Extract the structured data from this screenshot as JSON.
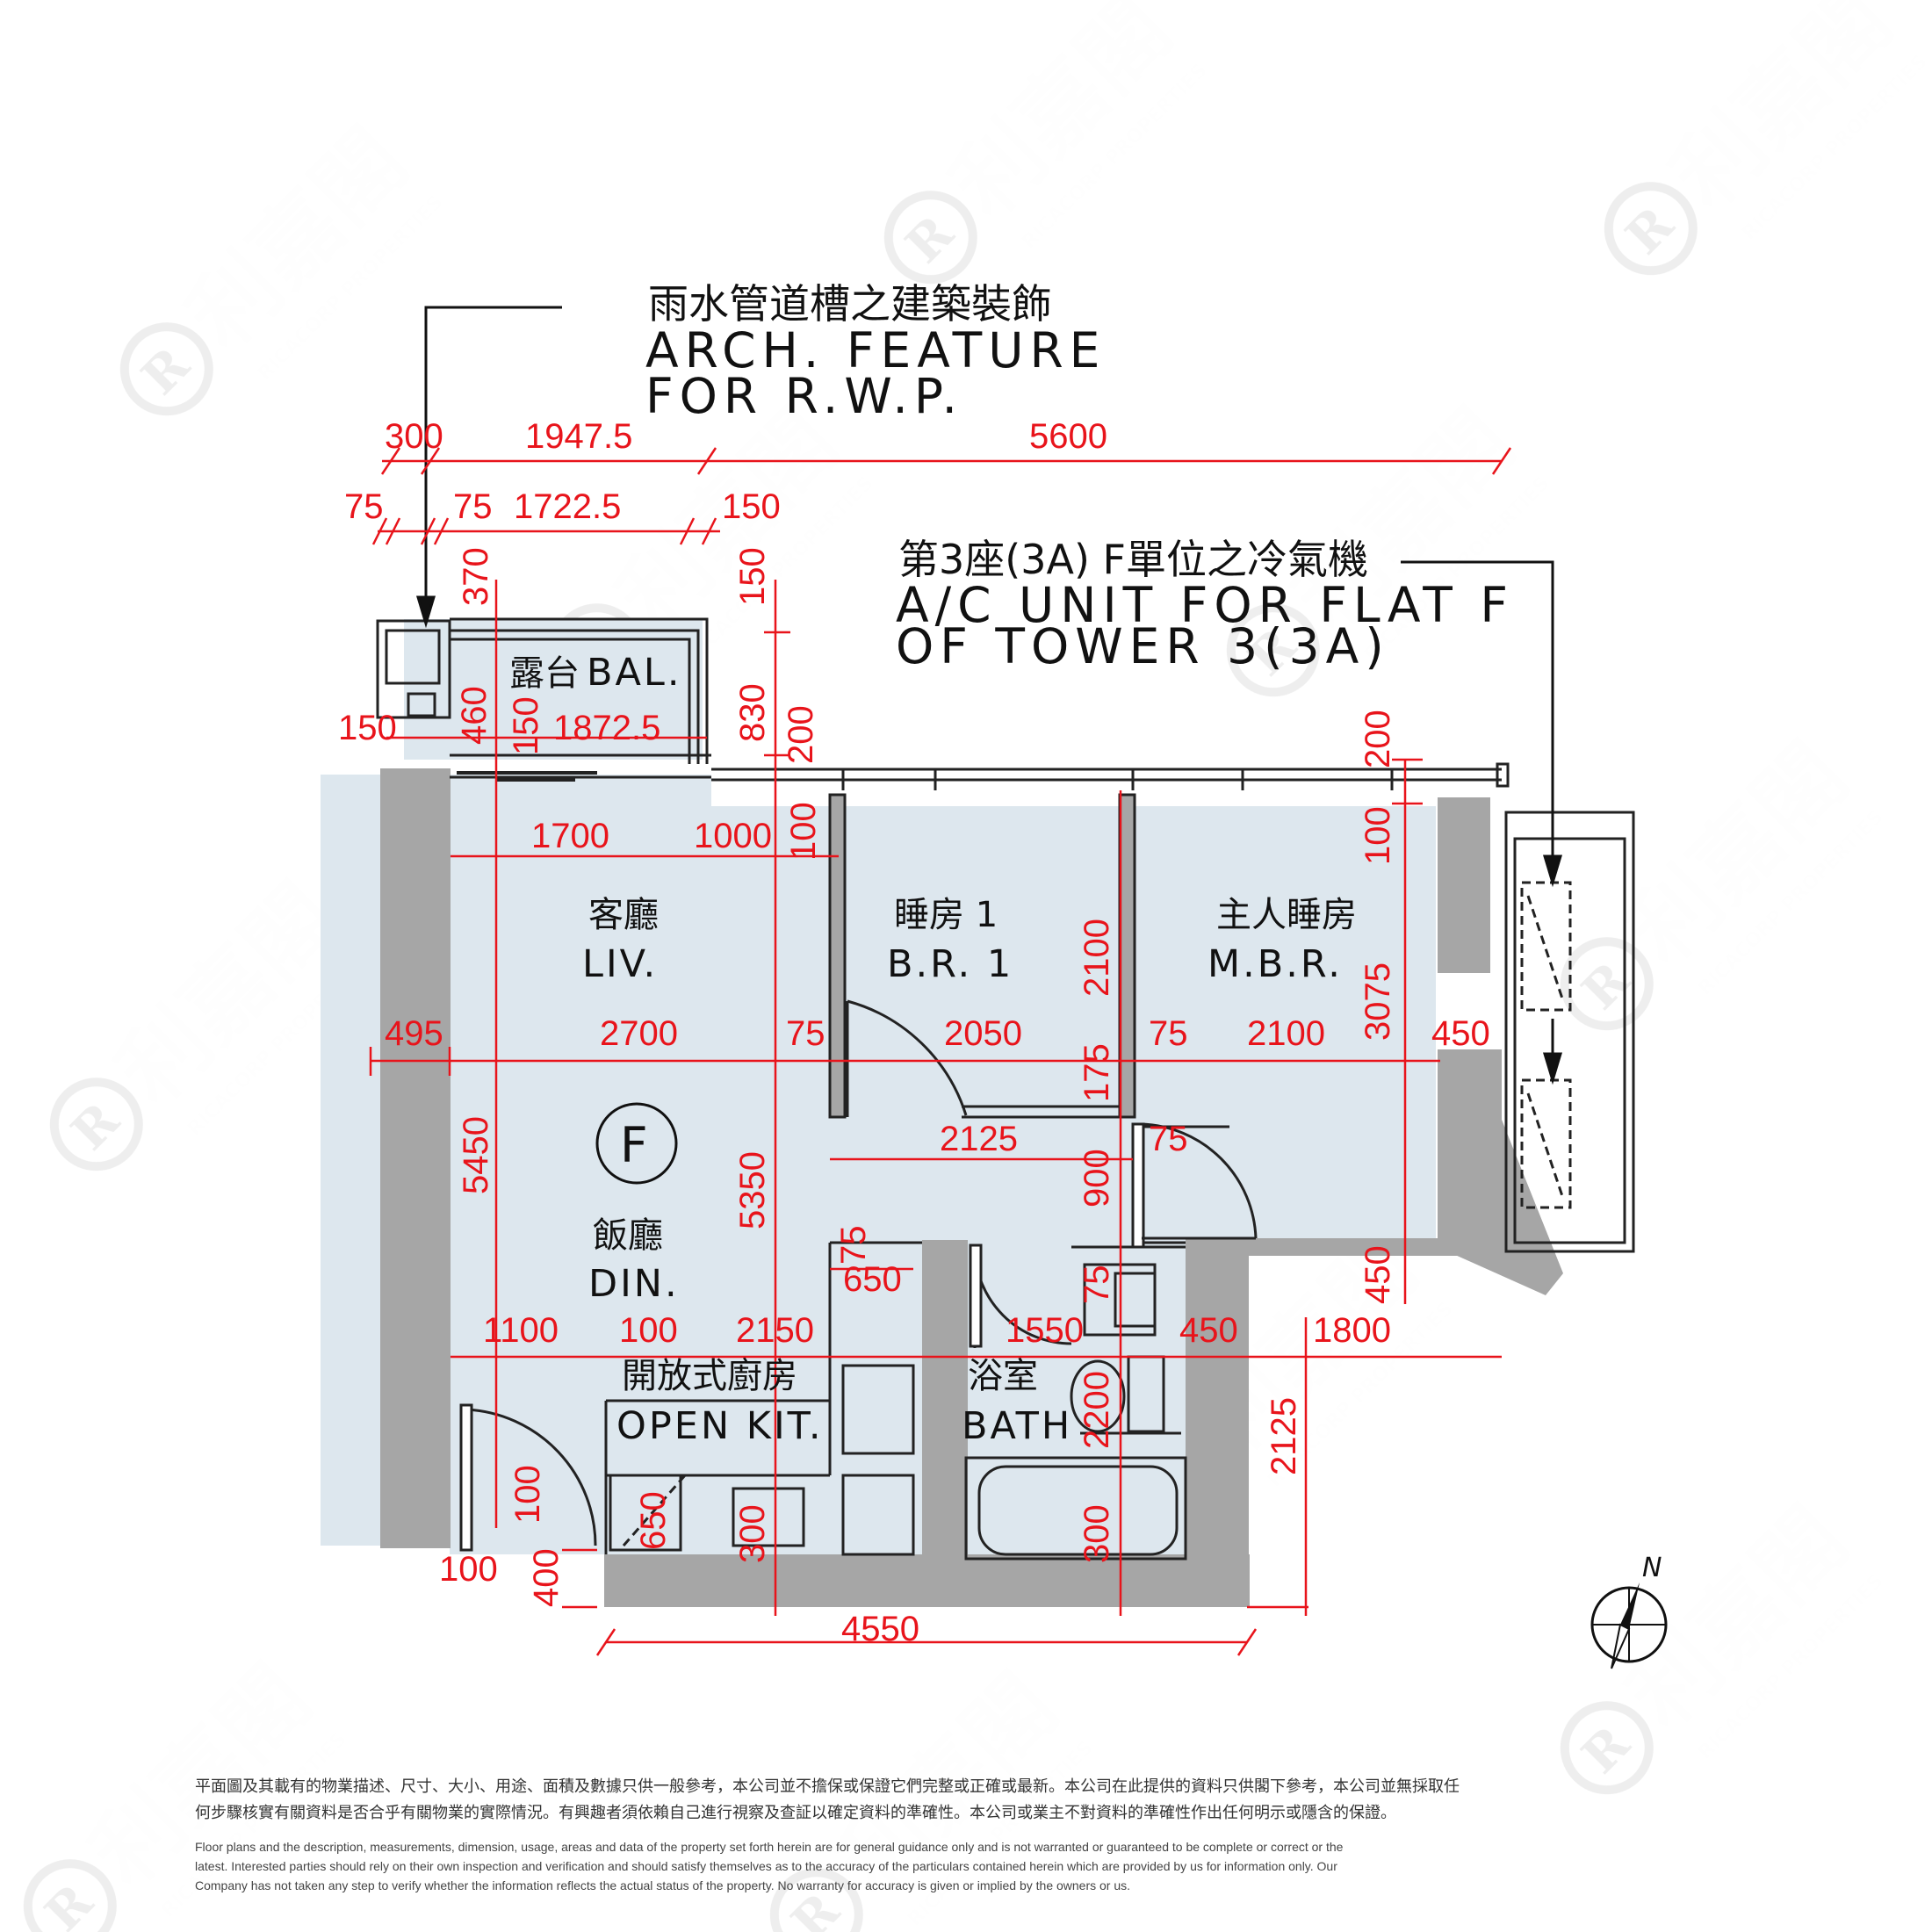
{
  "flat_symbol": "F",
  "rooms": {
    "living": {
      "cn": "客廳",
      "en": "LIV."
    },
    "dining": {
      "cn": "飯廳",
      "en": "DIN."
    },
    "bedroom1": {
      "cn": "睡房 1",
      "en": "B.R.  1"
    },
    "master": {
      "cn": "主人睡房",
      "en": "M.B.R."
    },
    "balcony": {
      "cn": "露台",
      "en": "BAL."
    },
    "kitchen": {
      "cn": "開放式廚房",
      "en": "OPEN  KIT."
    },
    "bath": {
      "cn": "浴室",
      "en": "BATH"
    }
  },
  "notes": {
    "rwp": {
      "cn": "雨水管道槽之建築裝飾",
      "en1": "ARCH.  FEATURE",
      "en2": "FOR  R.W.P."
    },
    "ac": {
      "cn": "第3座(3A) F單位之冷氣機",
      "en1": "A/C  UNIT  FOR  FLAT  F",
      "en2": "OF  TOWER  3(3A)"
    }
  },
  "dimensions": {
    "d300": "300",
    "d1947": "1947.5",
    "d5600": "5600",
    "d75a": "75",
    "d75b": "75",
    "d1722": "1722.5",
    "d150a": "150",
    "d370": "370",
    "d150b": "150",
    "d830": "830",
    "d200a": "200",
    "d150c": "150",
    "d460": "460",
    "d150d": "150",
    "d1872": "1872.5",
    "d1700": "1700",
    "d1000": "1000",
    "d100a": "100",
    "d2100a": "2100",
    "d200b": "200",
    "d100b": "100",
    "d3075": "3075",
    "d495": "495",
    "d2700": "2700",
    "d75c": "75",
    "d2050": "2050",
    "d75d": "75",
    "d2100b": "2100",
    "d450a": "450",
    "d175": "175",
    "d2125a": "2125",
    "d75e": "75",
    "d5450": "5450",
    "d5350": "5350",
    "d900": "900",
    "d75f": "75",
    "d650a": "650",
    "d75g": "75",
    "d450b": "450",
    "d1100": "1100",
    "d100c": "100",
    "d2150": "2150",
    "d1550": "1550",
    "d450c": "450",
    "d1800": "1800",
    "d2200": "2200",
    "d2125b": "2125",
    "d100d": "100",
    "d650b": "650",
    "d300b": "300",
    "d300c": "300",
    "d100e": "100",
    "d400": "400",
    "d4550": "4550"
  },
  "north": "N",
  "watermark": {
    "cn": "利嘉閣",
    "en": "RICACORP PROPERTIES"
  },
  "disclaimer": {
    "cn1": "平面圖及其載有的物業描述、尺寸、大小、用途、面積及數據只供一般參考，本公司並不擔保或保證它們完整或正確或最新。本公司在此提供的資料只供閣下參考，本公司並無採取任",
    "cn2": "何步驟核實有關資料是否合乎有關物業的實際情況。有興趣者須依賴自己進行視察及查証以確定資料的準確性。本公司或業主不對資料的準確性作出任何明示或隱含的保證。",
    "en1": "Floor plans and the description, measurements, dimension, usage, areas and data of the property set forth herein are for general guidance only and is not warranted or guaranteed to be complete or correct or the",
    "en2": "latest. Interested parties should rely on their own inspection and verification and should satisfy themselves as to the accuracy of the particulars contained herein which are provided by us for information only.  Our",
    "en3": "Company has not taken any step to verify whether the information reflects the actual status of the property.  No warranty for accuracy is given or implied by the owners or us."
  },
  "colors": {
    "floor": "#dde7ee",
    "wall": "#a6a6a6",
    "dimension": "#e8141b"
  }
}
